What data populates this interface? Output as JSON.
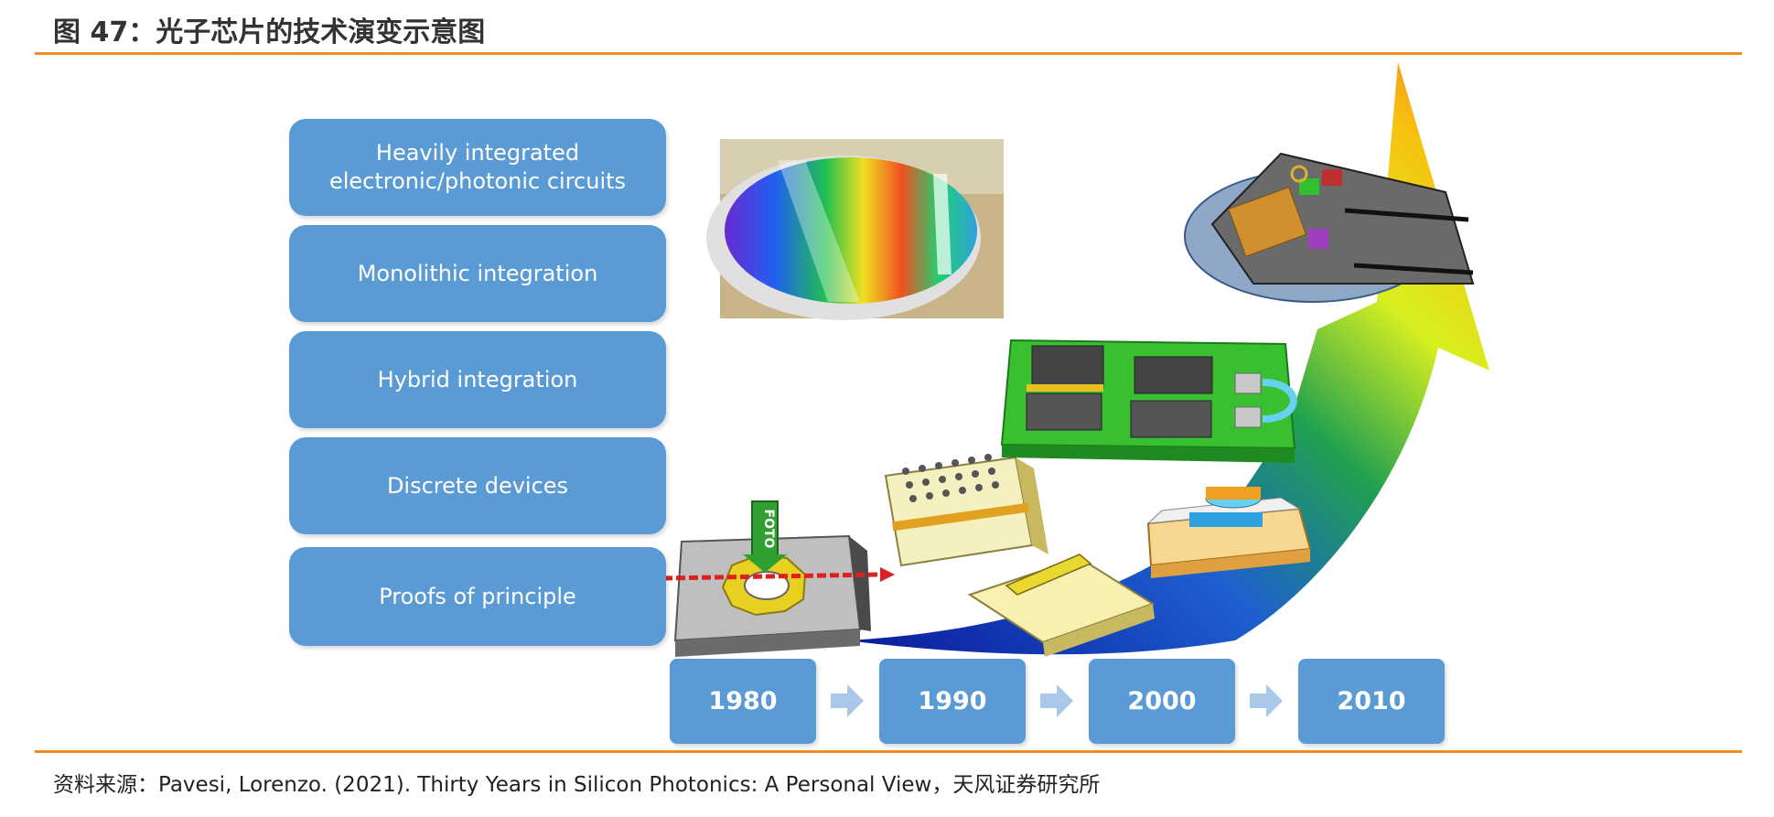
{
  "figure": {
    "title": "图 47：光子芯片的技术演变示意图",
    "source": "资料来源：Pavesi, Lorenzo. (2021). Thirty Years in Silicon Photonics: A Personal View，天风证券研究所"
  },
  "stages": [
    {
      "label": "Heavily integrated\nelectronic/photonic circuits"
    },
    {
      "label": "Monolithic integration"
    },
    {
      "label": "Hybrid integration"
    },
    {
      "label": "Discrete devices"
    },
    {
      "label": "Proofs of principle"
    }
  ],
  "timeline": {
    "years": [
      "1980",
      "1990",
      "2000",
      "2010"
    ]
  },
  "illustrations": {
    "foto_label": "FOTO",
    "colors": {
      "stage_box": "#5b9bd5",
      "arrow_start": "#1f3fbf",
      "arrow_mid": "#d8f020",
      "arrow_end": "#f07818",
      "rule": "#f08a24"
    }
  }
}
